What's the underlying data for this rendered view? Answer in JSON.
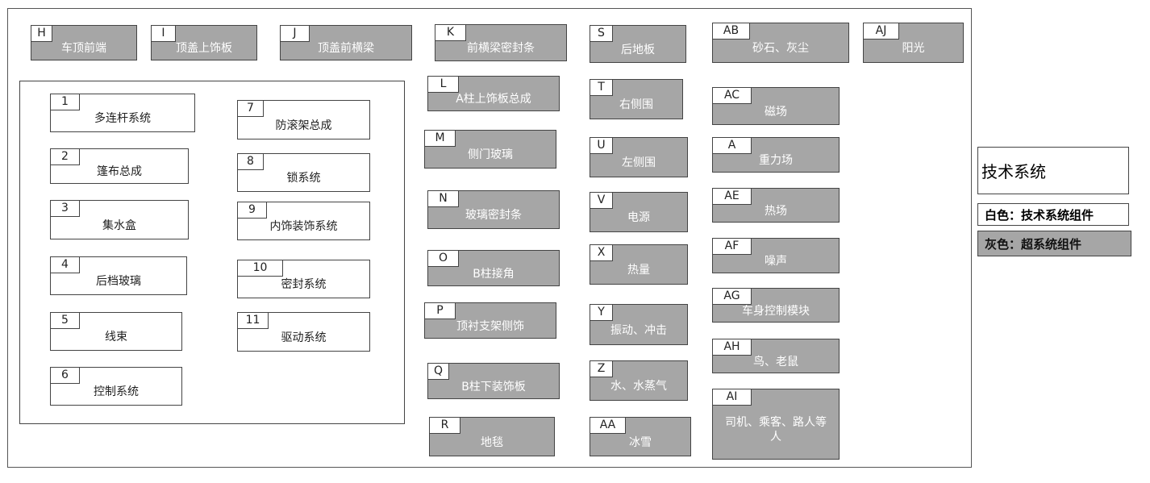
{
  "colors": {
    "gray_component": "#a6a6a6",
    "white_component": "#ffffff"
  },
  "legend": {
    "title": "技术系统",
    "white": "白色：技术系统组件",
    "gray": "灰色：超系统组件"
  },
  "technical_components": [
    {
      "tag": "1",
      "label": "多连杆系统"
    },
    {
      "tag": "2",
      "label": "篷布总成"
    },
    {
      "tag": "3",
      "label": "集水盒"
    },
    {
      "tag": "4",
      "label": "后档玻璃"
    },
    {
      "tag": "5",
      "label": "线束"
    },
    {
      "tag": "6",
      "label": "控制系统"
    },
    {
      "tag": "7",
      "label": "防滚架总成"
    },
    {
      "tag": "8",
      "label": "锁系统"
    },
    {
      "tag": "9",
      "label": "内饰装饰系统"
    },
    {
      "tag": "10",
      "label": "密封系统"
    },
    {
      "tag": "11",
      "label": "驱动系统"
    }
  ],
  "super_system_components": [
    {
      "tag": "H",
      "label": "车顶前端"
    },
    {
      "tag": "I",
      "label": "顶盖上饰板"
    },
    {
      "tag": "J",
      "label": "顶盖前横梁"
    },
    {
      "tag": "K",
      "label": "前横梁密封条"
    },
    {
      "tag": "L",
      "label": "A柱上饰板总成"
    },
    {
      "tag": "M",
      "label": "侧门玻璃"
    },
    {
      "tag": "N",
      "label": "玻璃密封条"
    },
    {
      "tag": "O",
      "label": "B柱接角"
    },
    {
      "tag": "P",
      "label": "顶衬支架侧饰"
    },
    {
      "tag": "Q",
      "label": "B柱下装饰板"
    },
    {
      "tag": "R",
      "label": "地毯"
    },
    {
      "tag": "S",
      "label": "后地板"
    },
    {
      "tag": "T",
      "label": "右侧围"
    },
    {
      "tag": "U",
      "label": "左侧围"
    },
    {
      "tag": "V",
      "label": "电源"
    },
    {
      "tag": "X",
      "label": "热量"
    },
    {
      "tag": "Y",
      "label": "振动、冲击"
    },
    {
      "tag": "Z",
      "label": "水、水蒸气"
    },
    {
      "tag": "AA",
      "label": "冰雪"
    },
    {
      "tag": "AB",
      "label": "砂石、灰尘"
    },
    {
      "tag": "AC",
      "label": "磁场"
    },
    {
      "tag": "A",
      "label": "重力场"
    },
    {
      "tag": "AE",
      "label": "热场"
    },
    {
      "tag": "AF",
      "label": "噪声"
    },
    {
      "tag": "AG",
      "label": "车身控制模块"
    },
    {
      "tag": "AH",
      "label": "鸟、老鼠"
    },
    {
      "tag": "AI",
      "label": "司机、乘客、路人等人"
    },
    {
      "tag": "AJ",
      "label": "阳光"
    }
  ]
}
